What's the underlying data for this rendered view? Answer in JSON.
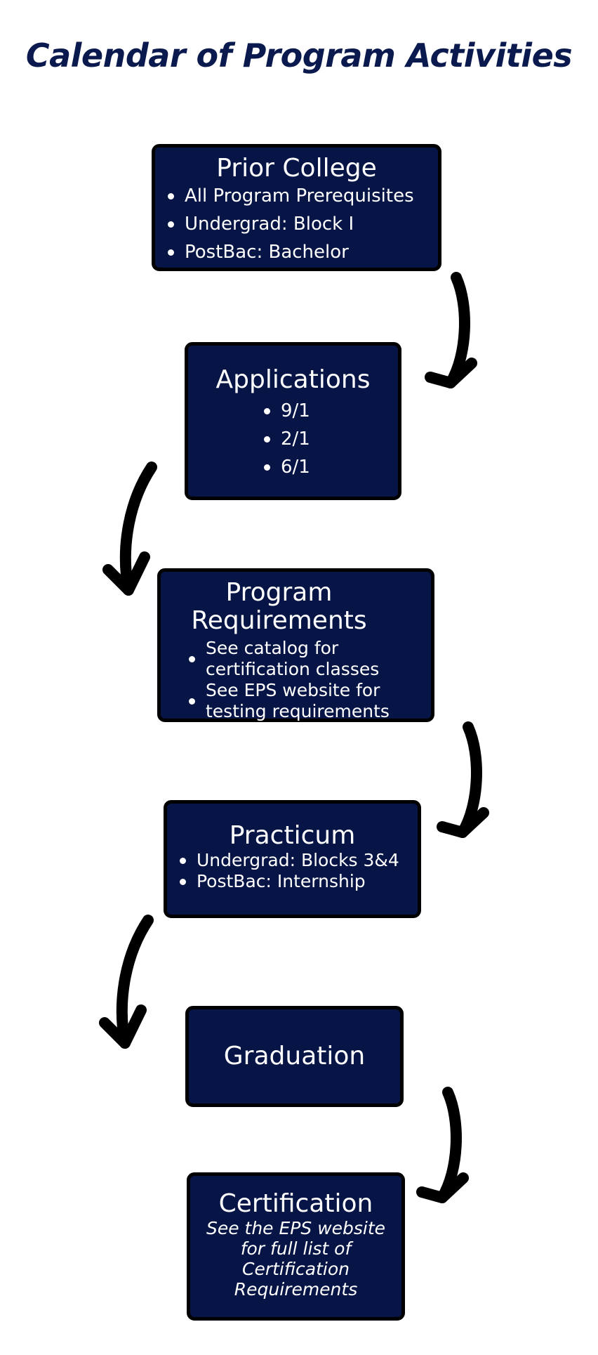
{
  "title": "Calendar of Program Activities",
  "steps": [
    {
      "title": "Prior College",
      "items": [
        "All Program Prerequisites",
        "Undergrad: Block I",
        "PostBac: Bachelor"
      ]
    },
    {
      "title": "Applications",
      "items": [
        "9/1",
        "2/1",
        "6/1"
      ]
    },
    {
      "title_line1": "Program",
      "title_line2": "Requirements",
      "items": [
        {
          "line1": "See catalog for",
          "line2": "certification classes"
        },
        {
          "line1": "See EPS website for",
          "line2": "testing requirements"
        }
      ]
    },
    {
      "title": "Practicum",
      "items": [
        "Undergrad: Blocks 3&4",
        "PostBac: Internship"
      ]
    },
    {
      "title": "Graduation"
    },
    {
      "title": "Certification",
      "note_lines": [
        "See the EPS website",
        "for full list of",
        "Certification",
        "Requirements"
      ]
    }
  ],
  "colors": {
    "box_fill": "#061546",
    "title_color": "#0b1a4e",
    "arrow": "#000000",
    "text": "#ffffff"
  },
  "icons": [
    "curved-arrow-icon"
  ]
}
